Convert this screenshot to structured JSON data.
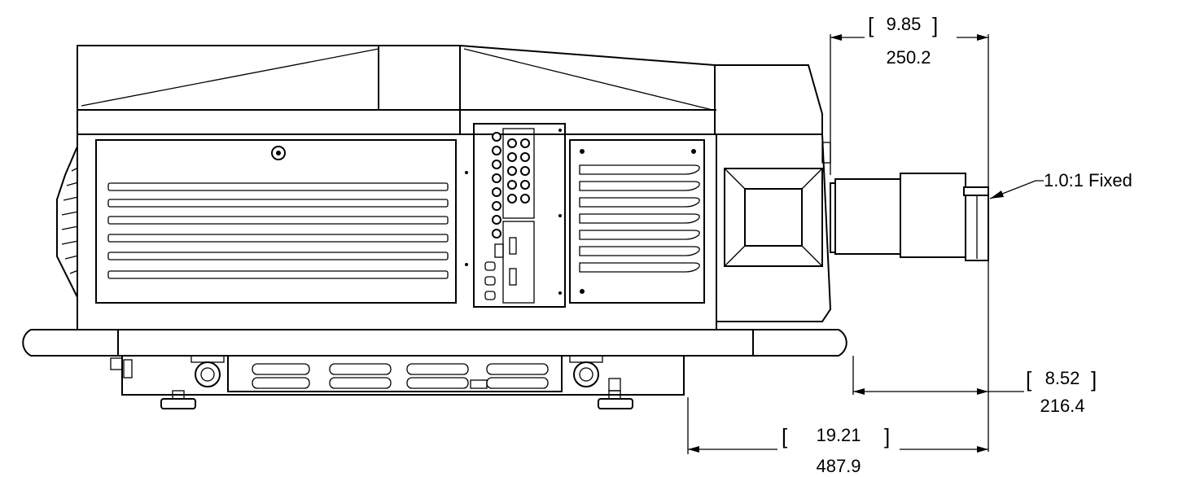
{
  "dimensions": {
    "lens_extension": {
      "inches": "9.85",
      "mm": "250.2"
    },
    "lens_to_foot": {
      "inches": "8.52",
      "mm": "216.4"
    },
    "overall_to_foot": {
      "inches": "19.21",
      "mm": "487.9"
    }
  },
  "callout": {
    "label": "1.0:1 Fixed"
  }
}
